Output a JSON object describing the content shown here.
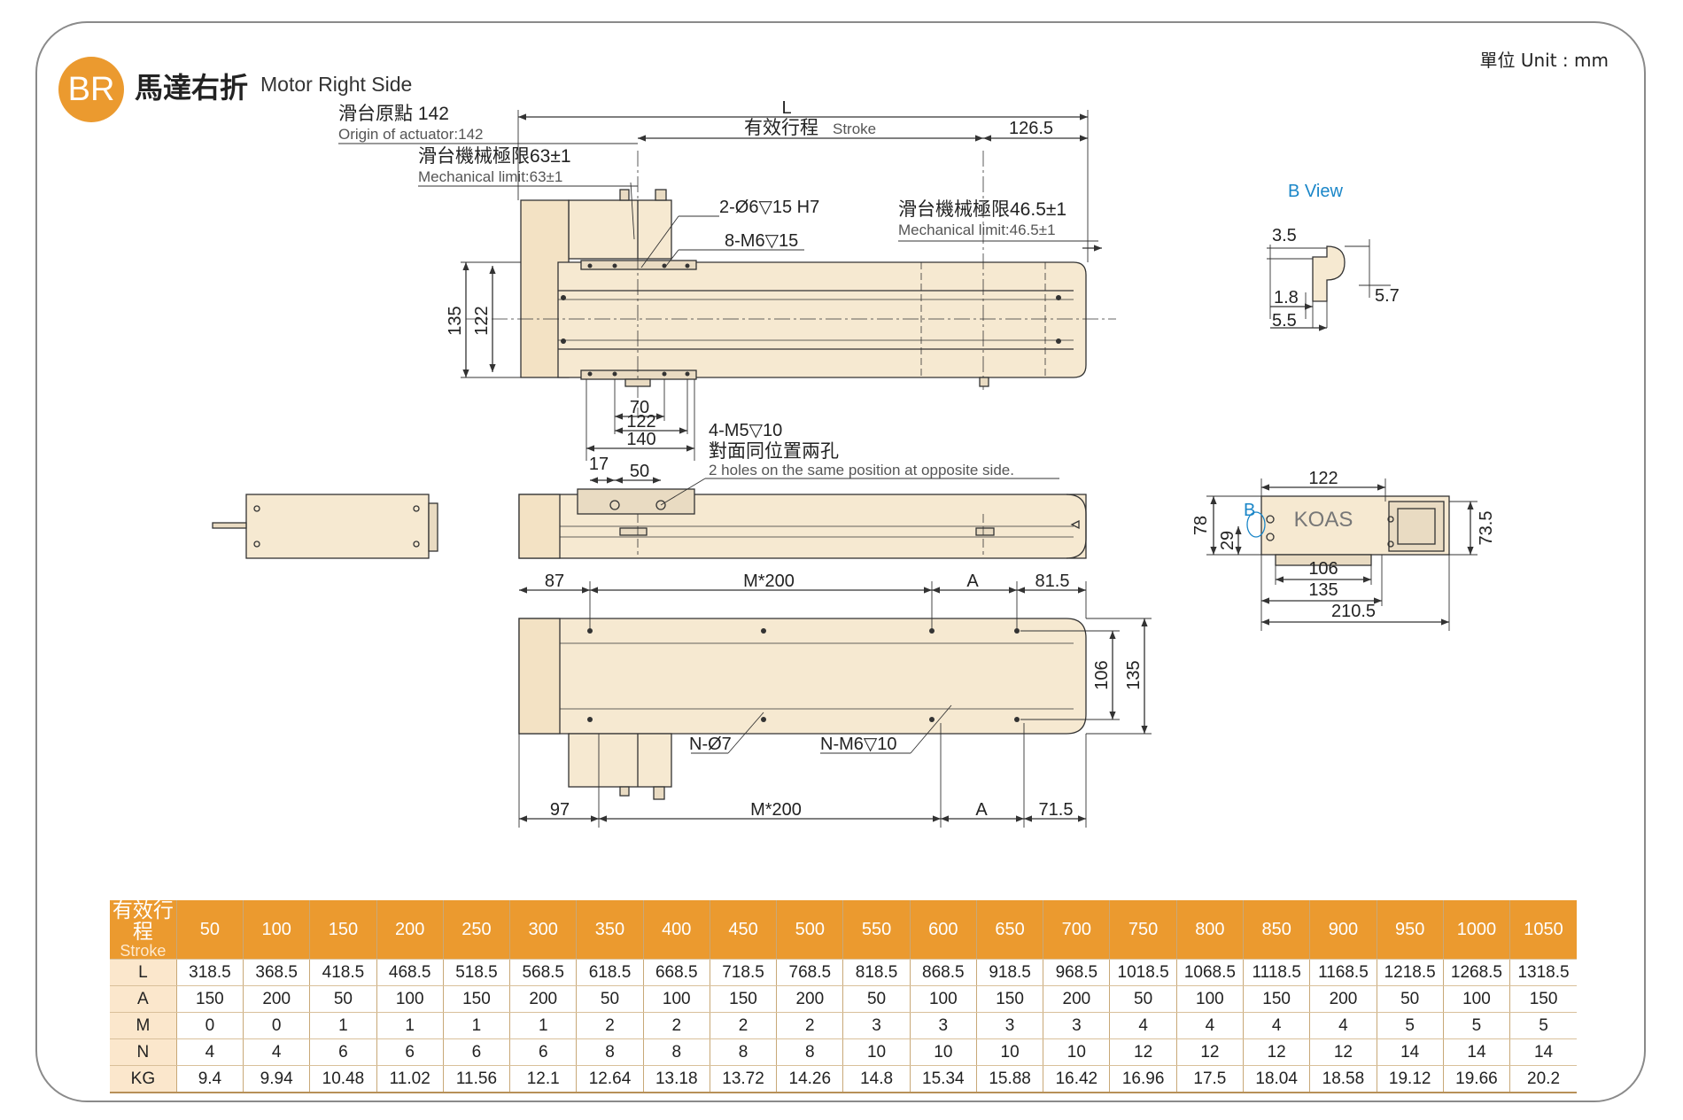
{
  "header": {
    "badge": "BR",
    "title_zh": "馬達右折",
    "title_en": "Motor Right Side",
    "unit": "單位 Unit : mm"
  },
  "top_view": {
    "L": "L",
    "origin_zh": "滑台原點 142",
    "origin_en": "Origin of actuator:142",
    "stroke_zh": "有效行程",
    "stroke_en": "Stroke",
    "right_end": "126.5",
    "mech_left_zh": "滑台機械極限63±1",
    "mech_left_en": "Mechanical limit:63±1",
    "mech_right_zh": "滑台機械極限46.5±1",
    "mech_right_en": "Mechanical limit:46.5±1",
    "pin_holes": "2-Ø6▽15 H7",
    "screw_holes": "8-M6▽15",
    "dim_135": "135",
    "dim_122": "122",
    "dim_70": "70",
    "dim_122b": "122",
    "dim_140": "140"
  },
  "side_view": {
    "m5_holes": "4-M5▽10",
    "opposite_zh": "對面同位置兩孔",
    "opposite_en": "2 holes on the same position at opposite side.",
    "dim_17": "17",
    "dim_50": "50"
  },
  "bottom_view": {
    "dim_87": "87",
    "pitch_top": "M*200",
    "a_top": "A",
    "dim_81_5": "81.5",
    "dim_106": "106",
    "dim_135": "135",
    "n_pin": "N-Ø7",
    "n_screw": "N-M6▽10",
    "dim_97": "97",
    "pitch_bottom": "M*200",
    "a_bottom": "A",
    "dim_71_5": "71.5"
  },
  "b_view": {
    "title": "B View",
    "d3_5": "3.5",
    "d1_8": "1.8",
    "d5_5": "5.5",
    "d5_7": "5.7"
  },
  "end_view": {
    "b_marker": "B",
    "logo": "KOAS",
    "d122": "122",
    "d78": "78",
    "d29": "29",
    "d73_5": "73.5",
    "d106": "106",
    "d135": "135",
    "d210_5": "210.5"
  },
  "table": {
    "header_zh": "有效行程",
    "header_en": "Stroke",
    "strokes": [
      "50",
      "100",
      "150",
      "200",
      "250",
      "300",
      "350",
      "400",
      "450",
      "500",
      "550",
      "600",
      "650",
      "700",
      "750",
      "800",
      "850",
      "900",
      "950",
      "1000",
      "1050"
    ],
    "rows": [
      {
        "label": "L",
        "values": [
          "318.5",
          "368.5",
          "418.5",
          "468.5",
          "518.5",
          "568.5",
          "618.5",
          "668.5",
          "718.5",
          "768.5",
          "818.5",
          "868.5",
          "918.5",
          "968.5",
          "1018.5",
          "1068.5",
          "1118.5",
          "1168.5",
          "1218.5",
          "1268.5",
          "1318.5"
        ]
      },
      {
        "label": "A",
        "values": [
          "150",
          "200",
          "50",
          "100",
          "150",
          "200",
          "50",
          "100",
          "150",
          "200",
          "50",
          "100",
          "150",
          "200",
          "50",
          "100",
          "150",
          "200",
          "50",
          "100",
          "150"
        ]
      },
      {
        "label": "M",
        "values": [
          "0",
          "0",
          "1",
          "1",
          "1",
          "1",
          "2",
          "2",
          "2",
          "2",
          "3",
          "3",
          "3",
          "3",
          "4",
          "4",
          "4",
          "4",
          "5",
          "5",
          "5"
        ]
      },
      {
        "label": "N",
        "values": [
          "4",
          "4",
          "6",
          "6",
          "6",
          "6",
          "8",
          "8",
          "8",
          "8",
          "10",
          "10",
          "10",
          "10",
          "12",
          "12",
          "12",
          "12",
          "14",
          "14",
          "14"
        ]
      },
      {
        "label": "KG",
        "values": [
          "9.4",
          "9.94",
          "10.48",
          "11.02",
          "11.56",
          "12.1",
          "12.64",
          "13.18",
          "13.72",
          "14.26",
          "14.8",
          "15.34",
          "15.88",
          "16.42",
          "16.96",
          "17.5",
          "18.04",
          "18.58",
          "19.12",
          "19.66",
          "20.2"
        ]
      }
    ]
  }
}
